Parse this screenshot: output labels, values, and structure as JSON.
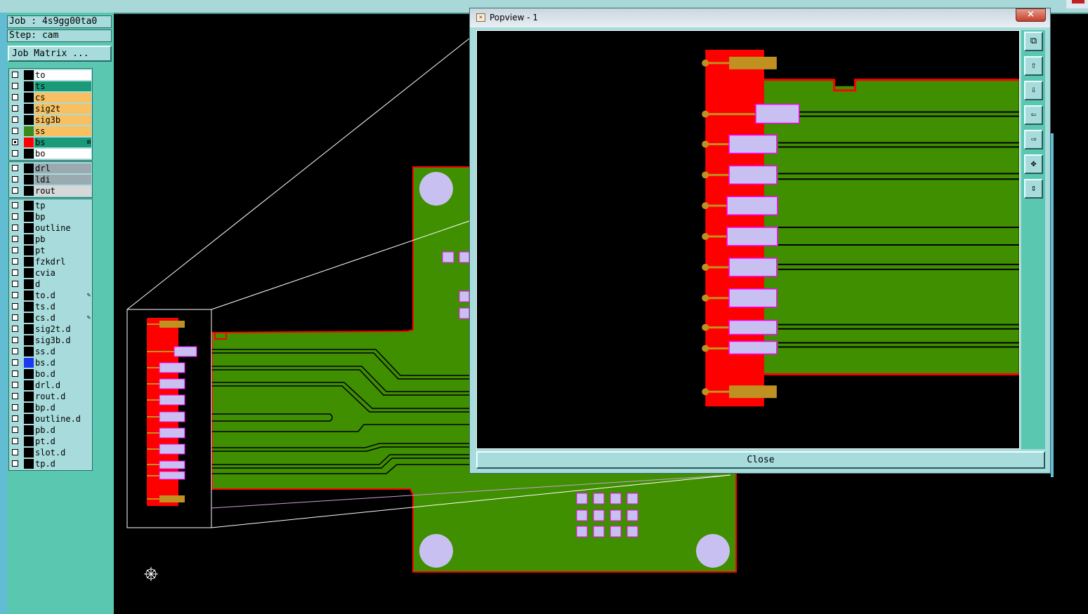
{
  "job": {
    "job_text": "Job : 4s9gg00ta0",
    "step_text": "Step: cam",
    "matrix_button": "Job Matrix ..."
  },
  "layers": {
    "group1": [
      {
        "name": "to",
        "bg": "#ffffff",
        "swatch": "#000000",
        "mark": ""
      },
      {
        "name": "ts",
        "bg": "#1a9a78",
        "swatch": "#000000",
        "mark": ""
      },
      {
        "name": "cs",
        "bg": "#f8c060",
        "swatch": "#000000",
        "mark": ""
      },
      {
        "name": "sig2t",
        "bg": "#f8c060",
        "swatch": "#000000",
        "mark": ""
      },
      {
        "name": "sig3b",
        "bg": "#f8c060",
        "swatch": "#000000",
        "mark": ""
      },
      {
        "name": "ss",
        "bg": "#f8c060",
        "swatch": "#3a8a1a",
        "mark": ""
      },
      {
        "name": "bs",
        "bg": "#1a9a78",
        "swatch": "#ff0000",
        "mark": "⊞",
        "checked": true
      },
      {
        "name": "bo",
        "bg": "#ffffff",
        "swatch": "#000000",
        "mark": ""
      }
    ],
    "group2": [
      {
        "name": "drl",
        "bg": "#9aaab0",
        "swatch": "#000000",
        "mark": ""
      },
      {
        "name": "ldi",
        "bg": "#9aaab0",
        "swatch": "#000000",
        "mark": ""
      },
      {
        "name": "rout",
        "bg": "#d8d8d8",
        "swatch": "#000000",
        "mark": ""
      }
    ],
    "group3": [
      {
        "name": "tp",
        "bg": "#a8dcdc",
        "swatch": "#000000",
        "mark": ""
      },
      {
        "name": "bp",
        "bg": "#a8dcdc",
        "swatch": "#000000",
        "mark": ""
      },
      {
        "name": "outline",
        "bg": "#a8dcdc",
        "swatch": "#000000",
        "mark": ""
      },
      {
        "name": "pb",
        "bg": "#a8dcdc",
        "swatch": "#000000",
        "mark": ""
      },
      {
        "name": "pt",
        "bg": "#a8dcdc",
        "swatch": "#000000",
        "mark": ""
      },
      {
        "name": "fzkdrl",
        "bg": "#a8dcdc",
        "swatch": "#000000",
        "mark": ""
      },
      {
        "name": "cvia",
        "bg": "#a8dcdc",
        "swatch": "#000000",
        "mark": ""
      },
      {
        "name": "d",
        "bg": "#a8dcdc",
        "swatch": "#000000",
        "mark": ""
      },
      {
        "name": "to.d",
        "bg": "#a8dcdc",
        "swatch": "#000000",
        "mark": "✎"
      },
      {
        "name": "ts.d",
        "bg": "#a8dcdc",
        "swatch": "#000000",
        "mark": ""
      },
      {
        "name": "cs.d",
        "bg": "#a8dcdc",
        "swatch": "#000000",
        "mark": "✎"
      },
      {
        "name": "sig2t.d",
        "bg": "#a8dcdc",
        "swatch": "#000000",
        "mark": ""
      },
      {
        "name": "sig3b.d",
        "bg": "#a8dcdc",
        "swatch": "#000000",
        "mark": ""
      },
      {
        "name": "ss.d",
        "bg": "#a8dcdc",
        "swatch": "#000000",
        "mark": ""
      },
      {
        "name": "bs.d",
        "bg": "#a8dcdc",
        "swatch": "#1a3af0",
        "mark": ""
      },
      {
        "name": "bo.d",
        "bg": "#a8dcdc",
        "swatch": "#000000",
        "mark": ""
      },
      {
        "name": "drl.d",
        "bg": "#a8dcdc",
        "swatch": "#000000",
        "mark": ""
      },
      {
        "name": "rout.d",
        "bg": "#a8dcdc",
        "swatch": "#000000",
        "mark": ""
      },
      {
        "name": "bp.d",
        "bg": "#a8dcdc",
        "swatch": "#000000",
        "mark": ""
      },
      {
        "name": "outline.d",
        "bg": "#a8dcdc",
        "swatch": "#000000",
        "mark": ""
      },
      {
        "name": "pb.d",
        "bg": "#a8dcdc",
        "swatch": "#000000",
        "mark": ""
      },
      {
        "name": "pt.d",
        "bg": "#a8dcdc",
        "swatch": "#000000",
        "mark": ""
      },
      {
        "name": "slot.d",
        "bg": "#a8dcdc",
        "swatch": "#000000",
        "mark": ""
      },
      {
        "name": "tp.d",
        "bg": "#a8dcdc",
        "swatch": "#000000",
        "mark": ""
      }
    ]
  },
  "popview": {
    "title": "Popview - 1",
    "close_x": "×",
    "close_button": "Close",
    "toolbar_icons": [
      "zoom-window-icon",
      "pan-up-icon",
      "pan-down-icon",
      "pan-left-icon",
      "pan-right-icon",
      "zoom-fit-icon",
      "zoom-vertical-icon"
    ]
  },
  "colors": {
    "board_green": "#3f8f00",
    "copper_red": "#ff0000",
    "pad_lavender": "#c8c0f0",
    "pad_gold": "#c09020",
    "panel_teal": "#5ac8b0",
    "field_cyan": "#a8dcdc"
  }
}
